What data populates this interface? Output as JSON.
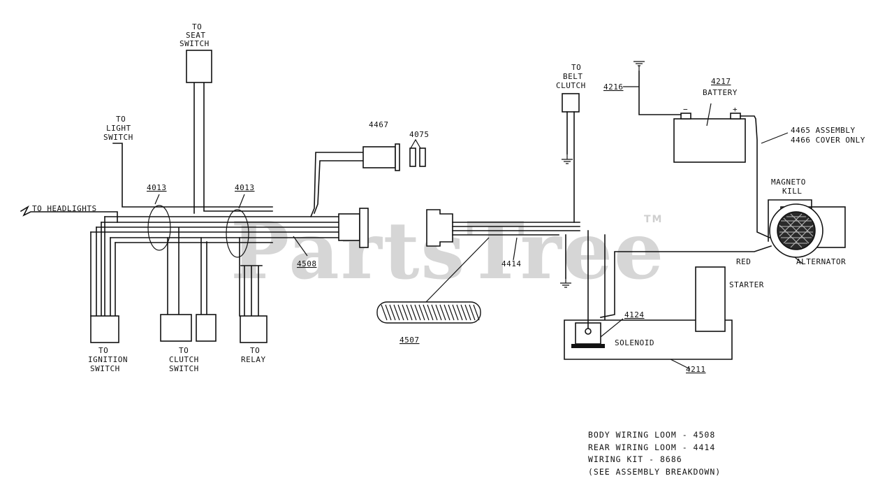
{
  "watermark": {
    "text": "PartsTree",
    "trademark": "TM"
  },
  "labels": {
    "seat_switch": [
      "TO",
      "SEAT",
      "SWITCH"
    ],
    "light_switch": [
      "TO",
      "LIGHT",
      "SWITCH"
    ],
    "headlights": "TO HEADLIGHTS",
    "ignition_switch": [
      "TO",
      "IGNITION",
      "SWITCH"
    ],
    "clutch_switch": [
      "TO",
      "CLUTCH",
      "SWITCH"
    ],
    "relay": [
      "TO",
      "RELAY"
    ],
    "belt_clutch": [
      "TO",
      "BELT",
      "CLUTCH"
    ],
    "magneto_kill": [
      "MAGNETO",
      "KILL"
    ],
    "alternator": "ALTERNATOR",
    "red": "RED",
    "starter": "STARTER",
    "solenoid": "SOLENOID",
    "battery": "BATTERY",
    "assembly_line1": "4465 ASSEMBLY",
    "assembly_line2": "4466 COVER ONLY"
  },
  "parts": {
    "p4013_left": "4013",
    "p4013_right": "4013",
    "p4467": "4467",
    "p4075": "4075",
    "p4508": "4508",
    "p4414": "4414",
    "p4507": "4507",
    "p4216": "4216",
    "p4217": "4217",
    "p4124": "4124",
    "p4211": "4211"
  },
  "battery_terminals": {
    "negative": "−",
    "positive": "+"
  },
  "notes": [
    "BODY WIRING LOOM - 4508",
    "REAR WIRING LOOM - 4414",
    "WIRING KIT - 8686",
    "(SEE ASSEMBLY BREAKDOWN)"
  ]
}
